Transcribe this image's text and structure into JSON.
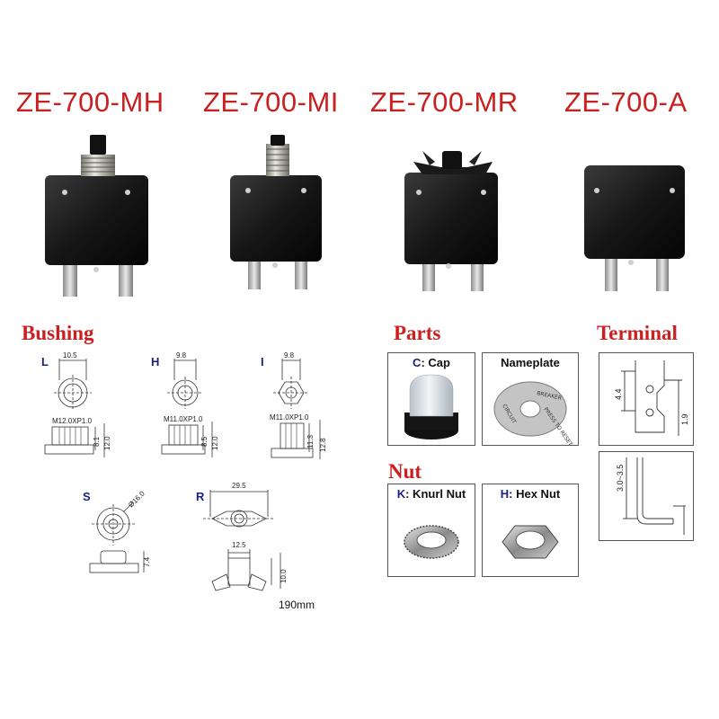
{
  "models": [
    {
      "name": "ZE-700-MH"
    },
    {
      "name": "ZE-700-MI"
    },
    {
      "name": "ZE-700-MR"
    },
    {
      "name": "ZE-700-A"
    }
  ],
  "sections": {
    "bushing": "Bushing",
    "parts": "Parts",
    "terminal": "Terminal",
    "nut": "Nut"
  },
  "bushing": {
    "L": {
      "label": "L",
      "width": "10.5",
      "thread": "M12.0XP1.0",
      "h1": "8.1",
      "h2": "12.0"
    },
    "H": {
      "label": "H",
      "width": "9.8",
      "thread": "M11.0XP1.0",
      "h1": "8.5",
      "h2": "12.0"
    },
    "I": {
      "label": "I",
      "width": "9.8",
      "thread": "M11.0XP1.0",
      "h1": "11.3",
      "h2": "12.8"
    },
    "S": {
      "label": "S",
      "dia": "Ø16.0",
      "h": "7.4"
    },
    "R": {
      "label": "R",
      "width": "29.5",
      "inner": "12.5",
      "h": "10.0"
    }
  },
  "parts": {
    "cap": {
      "letter": "C",
      "name": ": Cap"
    },
    "nameplate": {
      "name": "Nameplate",
      "text_top": "BREAKER",
      "text_right": "PRESS TO RESET",
      "text_left": "CIRCUIT"
    }
  },
  "nut": {
    "knurl": {
      "letter": "K",
      "name": ": Knurl Nut"
    },
    "hex": {
      "letter": "H",
      "name": ": Hex Nut"
    }
  },
  "terminal": {
    "d1": "4.4",
    "d2": "1.9",
    "d3": "3.0~3.5"
  },
  "footnote": "190mm"
}
